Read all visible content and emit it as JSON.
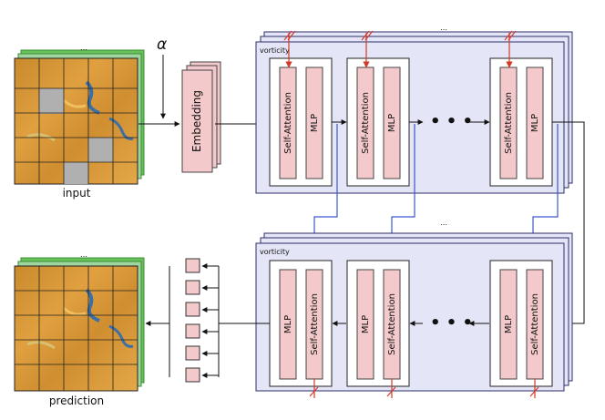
{
  "labels": {
    "alpha": "α",
    "input": "input",
    "prediction": "prediction",
    "embedding": "Embedding",
    "encoder_group": "vorticity",
    "decoder_group": "vorticity",
    "self_attention": "Self-Attention",
    "mlp": "MLP",
    "stack_ellipsis": "⋯",
    "block_ellipsis": "• • •"
  },
  "colors": {
    "field_orange": "#d89030",
    "field_blue": "#3a6fa8",
    "masked_patch": "#b0b0b0",
    "block_fill": "#f3c9cb",
    "panel_fill": "#e4e6f7",
    "panel_border": "#2c2e6a",
    "link_blue": "#3b58c9",
    "link_red": "#d33a2a"
  }
}
